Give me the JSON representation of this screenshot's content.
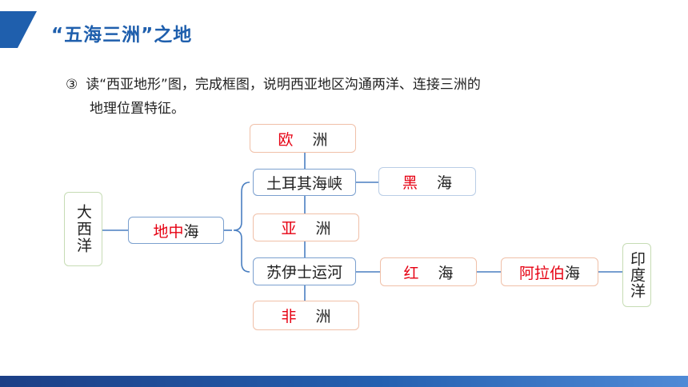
{
  "header": {
    "title": "“五海三洲”之地"
  },
  "question": {
    "number": "③",
    "line1": "读“西亚地形”图，完成框图，说明西亚地区沟通两洋、连接三洲的",
    "line2": "地理位置特征。"
  },
  "diagram": {
    "atlantic": "大西洋",
    "med_answer": "地中",
    "med_suffix": "海",
    "europe_answer": "欧",
    "europe_suffix": "洲",
    "turkey_straits": "土耳其海峡",
    "black_answer": "黑",
    "black_suffix": "海",
    "asia_answer": "亚",
    "asia_suffix": "洲",
    "suez": "苏伊士运河",
    "red_answer": "红",
    "red_suffix": "海",
    "arabian_answer": "阿拉伯",
    "arabian_suffix": "海",
    "indian": "印度洋",
    "africa_answer": "非",
    "africa_suffix": "洲"
  },
  "colors": {
    "answer": "#e60012",
    "title": "#1f5fad",
    "connector": "#4a7fc1"
  }
}
